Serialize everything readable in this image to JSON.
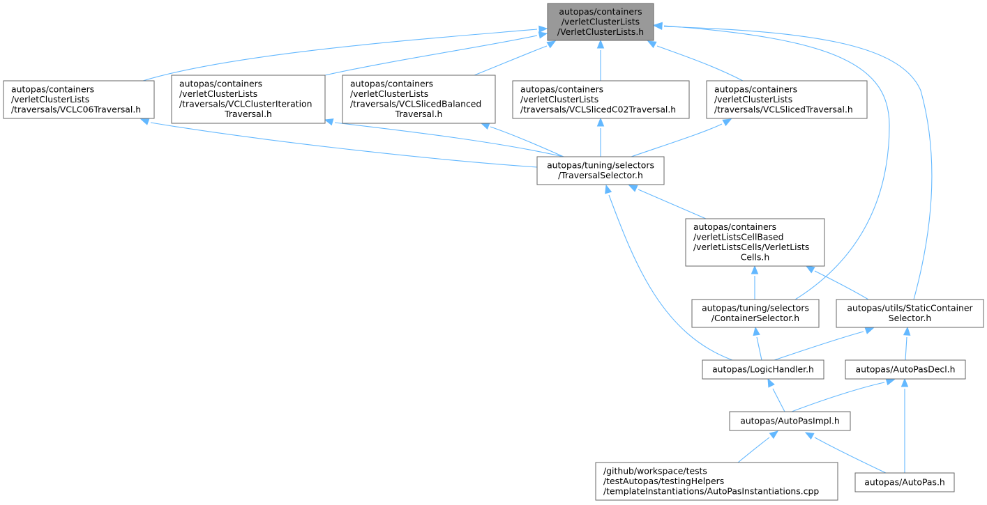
{
  "colors": {
    "edge": "#63b8ff",
    "node_border": "#666666",
    "node_fill": "#ffffff",
    "root_fill": "#999999",
    "text": "#000000"
  },
  "root": "vcl",
  "nodes": [
    {
      "id": "vcl",
      "lines": [
        "autopas/containers",
        "/verletClusterLists",
        "/VerletClusterLists.h"
      ],
      "highlighted": true
    },
    {
      "id": "vclc06",
      "lines": [
        "autopas/containers",
        "/verletClusterLists",
        "/traversals/VCLC06Traversal.h"
      ]
    },
    {
      "id": "vclcluster",
      "lines": [
        "autopas/containers",
        "/verletClusterLists",
        "/traversals/VCLClusterIteration",
        "Traversal.h"
      ]
    },
    {
      "id": "vclslicedbal",
      "lines": [
        "autopas/containers",
        "/verletClusterLists",
        "/traversals/VCLSlicedBalanced",
        "Traversal.h"
      ]
    },
    {
      "id": "vclslicedc02",
      "lines": [
        "autopas/containers",
        "/verletClusterLists",
        "/traversals/VCLSlicedC02Traversal.h"
      ]
    },
    {
      "id": "vclsliced",
      "lines": [
        "autopas/containers",
        "/verletClusterLists",
        "/traversals/VCLSlicedTraversal.h"
      ]
    },
    {
      "id": "travsel",
      "lines": [
        "autopas/tuning/selectors",
        "/TraversalSelector.h"
      ]
    },
    {
      "id": "vlcells",
      "lines": [
        "autopas/containers",
        "/verletListsCellBased",
        "/verletListsCells/VerletLists",
        "Cells.h"
      ]
    },
    {
      "id": "contsel",
      "lines": [
        "autopas/tuning/selectors",
        "/ContainerSelector.h"
      ]
    },
    {
      "id": "staticsel",
      "lines": [
        "autopas/utils/StaticContainer",
        "Selector.h"
      ]
    },
    {
      "id": "logic",
      "lines": [
        "autopas/LogicHandler.h"
      ]
    },
    {
      "id": "decl",
      "lines": [
        "autopas/AutoPasDecl.h"
      ]
    },
    {
      "id": "impl",
      "lines": [
        "autopas/AutoPasImpl.h"
      ]
    },
    {
      "id": "inst",
      "lines": [
        "/github/workspace/tests",
        "/testAutopas/testingHelpers",
        "/templateInstantiations/AutoPasInstantiations.cpp"
      ]
    },
    {
      "id": "autopas",
      "lines": [
        "autopas/AutoPas.h"
      ]
    }
  ],
  "edges": [
    {
      "from": "vclc06",
      "to": "vcl"
    },
    {
      "from": "vclcluster",
      "to": "vcl"
    },
    {
      "from": "vclslicedbal",
      "to": "vcl"
    },
    {
      "from": "vclslicedc02",
      "to": "vcl"
    },
    {
      "from": "vclsliced",
      "to": "vcl"
    },
    {
      "from": "contsel",
      "to": "vcl"
    },
    {
      "from": "staticsel",
      "to": "vcl"
    },
    {
      "from": "travsel",
      "to": "vclc06"
    },
    {
      "from": "travsel",
      "to": "vclcluster"
    },
    {
      "from": "travsel",
      "to": "vclslicedbal"
    },
    {
      "from": "travsel",
      "to": "vclslicedc02"
    },
    {
      "from": "travsel",
      "to": "vclsliced"
    },
    {
      "from": "vlcells",
      "to": "travsel"
    },
    {
      "from": "logic",
      "to": "travsel"
    },
    {
      "from": "contsel",
      "to": "vlcells"
    },
    {
      "from": "staticsel",
      "to": "vlcells"
    },
    {
      "from": "logic",
      "to": "contsel"
    },
    {
      "from": "logic",
      "to": "staticsel"
    },
    {
      "from": "decl",
      "to": "staticsel"
    },
    {
      "from": "impl",
      "to": "logic"
    },
    {
      "from": "impl",
      "to": "decl"
    },
    {
      "from": "autopas",
      "to": "decl"
    },
    {
      "from": "inst",
      "to": "impl"
    },
    {
      "from": "autopas",
      "to": "impl"
    }
  ]
}
